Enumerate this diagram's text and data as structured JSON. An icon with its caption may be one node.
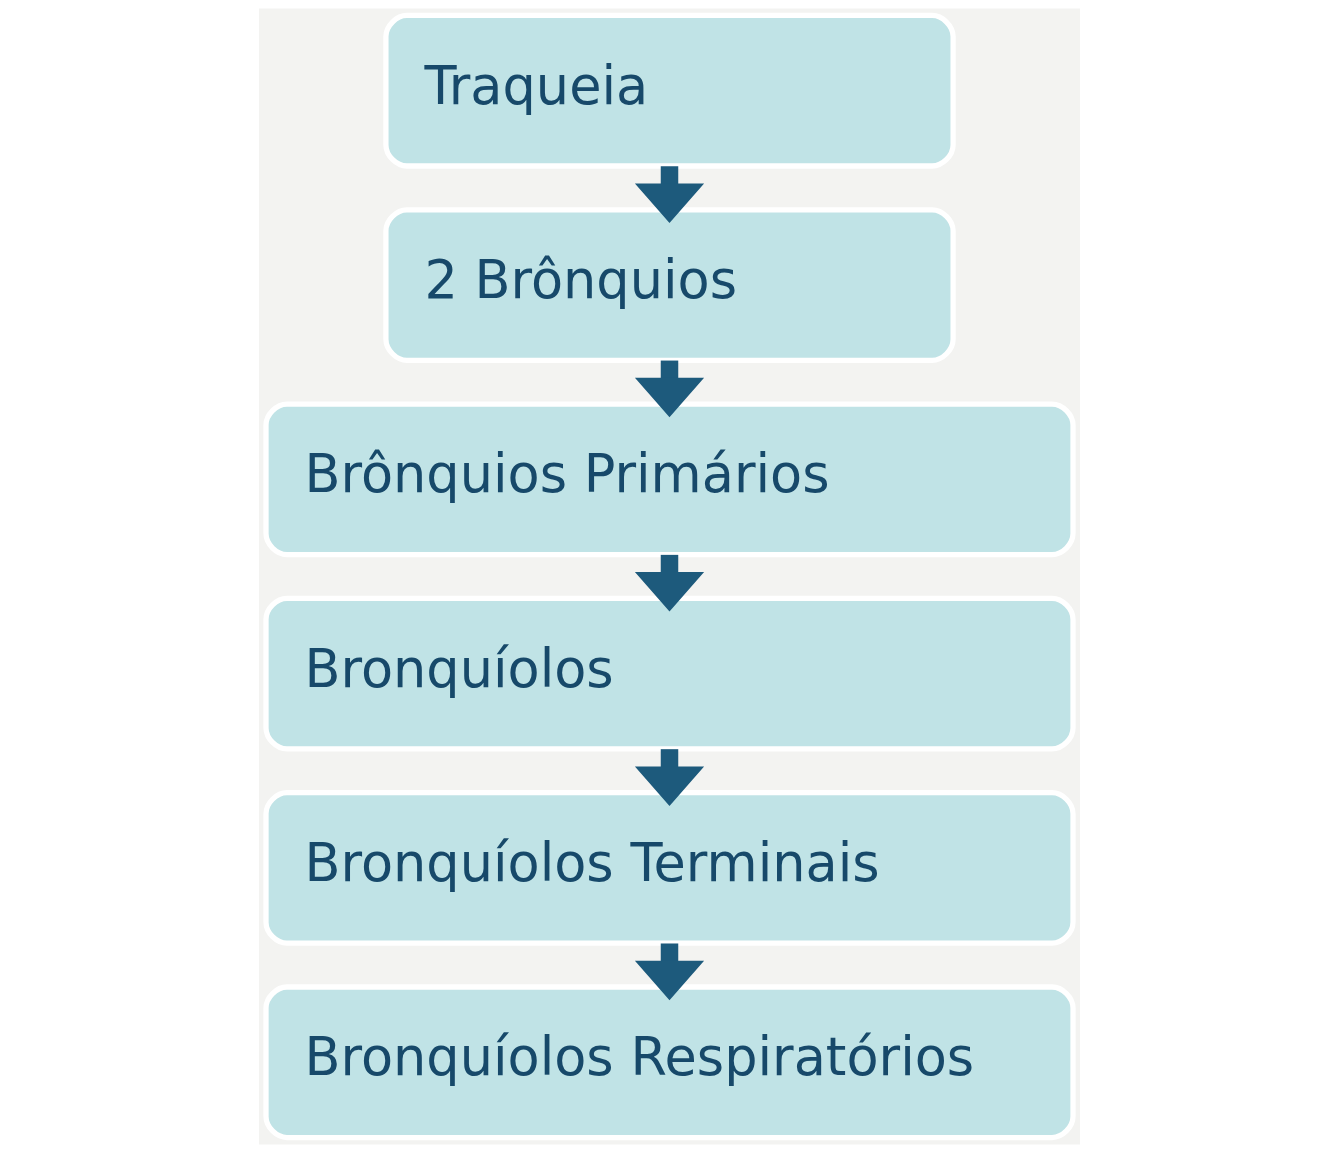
{
  "diagram": {
    "nodes": [
      {
        "text": [
          "Traqueia"
        ]
      },
      {
        "text": [
          "2 Brônquios"
        ]
      },
      {
        "text": [
          "Brônquios Primários"
        ]
      },
      {
        "text": [
          "Bronquíolos"
        ]
      },
      {
        "text": [
          "Bronquíolos Terminais"
        ]
      },
      {
        "text": [
          "Bronquíolos Respiratórios"
        ]
      }
    ],
    "edges": [
      {
        "from": 0,
        "to": 1,
        "arrow": "to"
      },
      {
        "from": 1,
        "to": 2,
        "arrow": "to"
      },
      {
        "from": 2,
        "to": 3,
        "arrow": "to"
      },
      {
        "from": 3,
        "to": 4,
        "arrow": "to"
      },
      {
        "from": 4,
        "to": 5,
        "arrow": "to"
      }
    ]
  }
}
